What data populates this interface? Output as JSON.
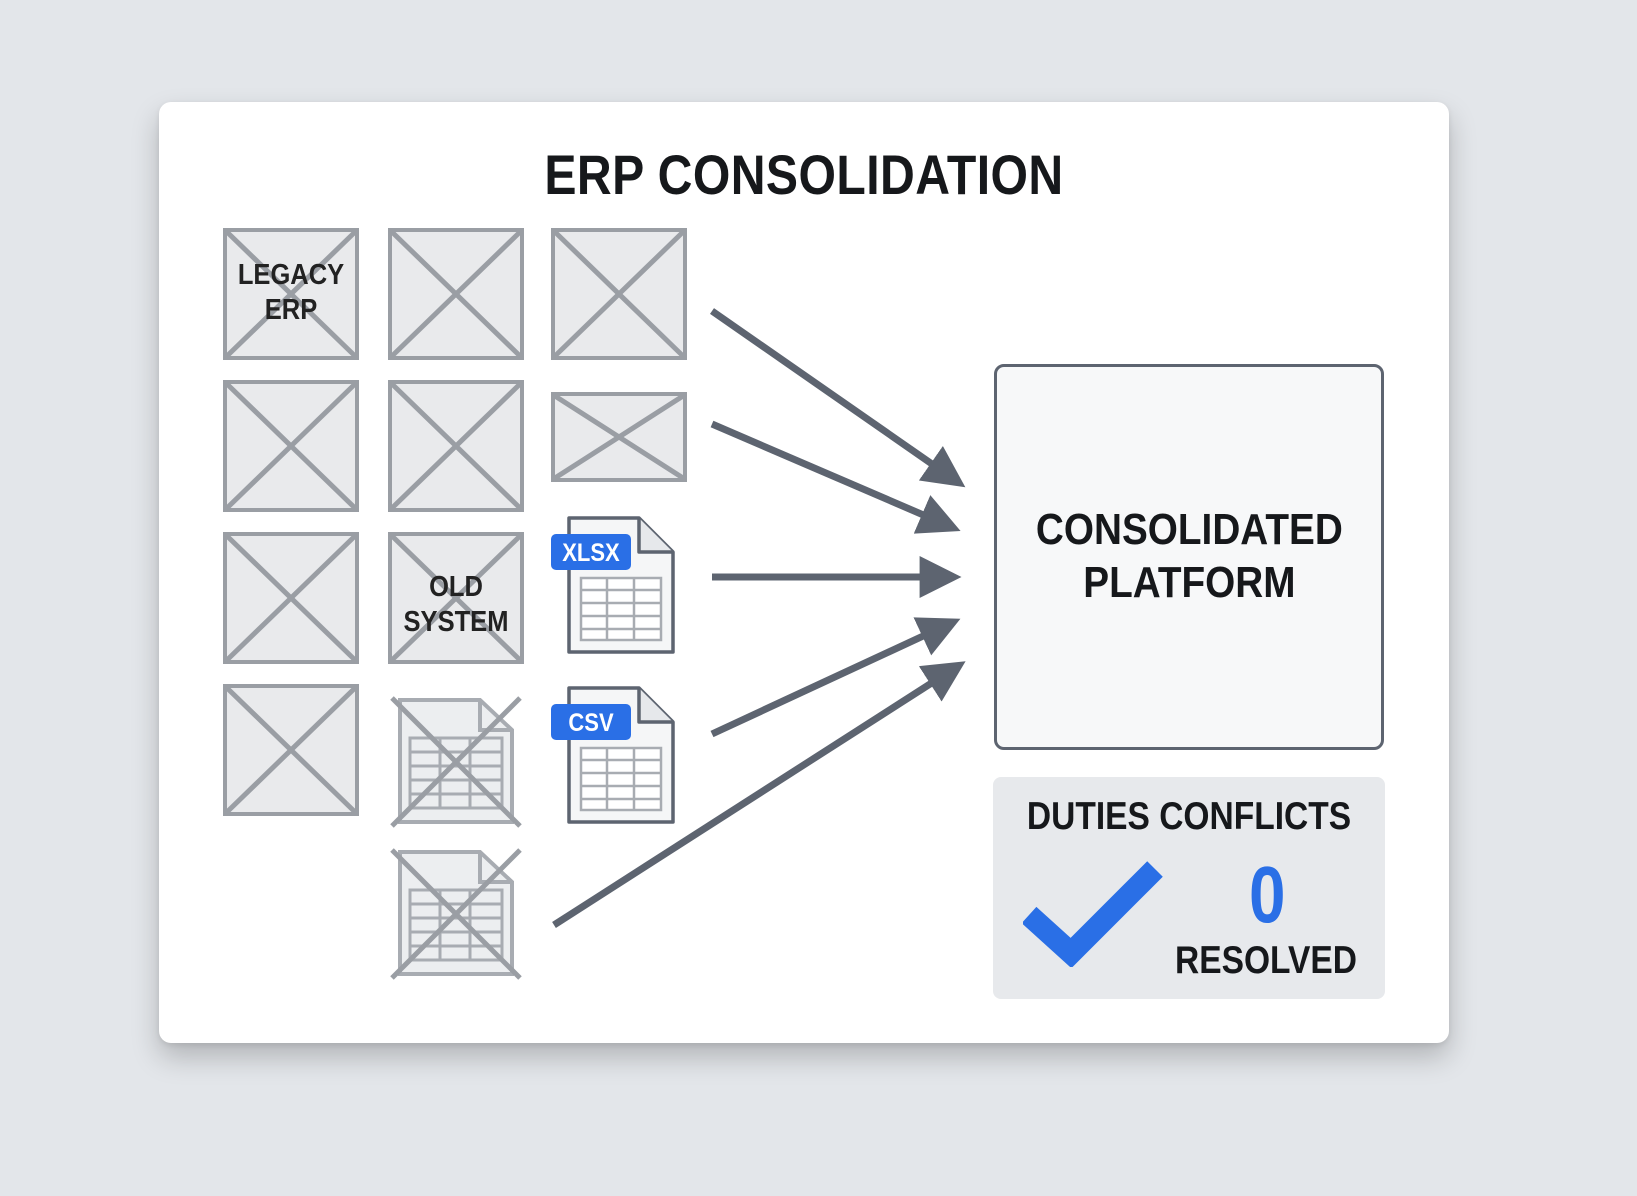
{
  "title": "ERP CONSOLIDATION",
  "legacy_systems": {
    "legacy_erp_label": "LEGACY\nERP",
    "old_system_label": "OLD\nSYSTEM"
  },
  "files": {
    "xlsx_label": "XLSX",
    "csv_label": "CSV"
  },
  "platform": {
    "label": "CONSOLIDATED\nPLATFORM"
  },
  "conflicts": {
    "title": "DUTIES CONFLICTS",
    "count": "0",
    "status": "RESOLVED"
  },
  "colors": {
    "accent_blue": "#2a6fe6",
    "arrow": "#5d6470",
    "crossed_grey": "#9a9ea4"
  }
}
